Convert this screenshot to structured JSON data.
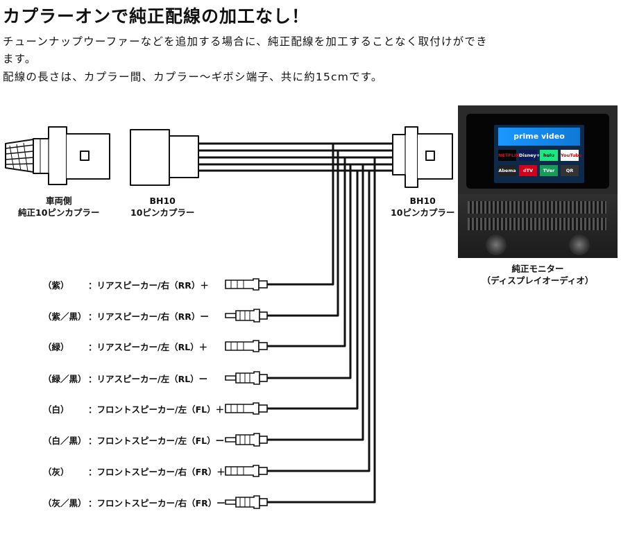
{
  "header": {
    "title": "カプラーオンで純正配線の加工なし！",
    "line1": "チューンナップウーファーなどを追加する場合に、純正配線を加工することなく取付けができ",
    "line2": "ます。",
    "line3": "配線の長さは、カプラー間、カプラー～ギボシ端子、共に約15cmです。"
  },
  "labels": {
    "vehicle_side_line1": "車両側",
    "vehicle_side_line2": "純正10ピンカプラー",
    "bh10_center_line1": "BH10",
    "bh10_center_line2": "10ピンカプラー",
    "bh10_right_line1": "BH10",
    "bh10_right_line2": "10ピンカプラー",
    "monitor_line1": "純正モニター",
    "monitor_line2": "（ディスプレイオーディオ）"
  },
  "monitor_screen": {
    "banner": "prime video",
    "apps": [
      "NETFLIX",
      "Disney+",
      "hulu",
      "YouTube",
      "Abema",
      "dTV",
      "TVer",
      "QR"
    ]
  },
  "wires": [
    {
      "color_label": "（紫）",
      "function_label": "：リアスピーカー/右（RR）＋"
    },
    {
      "color_label": "（紫／黒）",
      "function_label": "：リアスピーカー/右（RR）ー"
    },
    {
      "color_label": "（緑）",
      "function_label": "：リアスピーカー/左（RL）＋"
    },
    {
      "color_label": "（緑／黒）",
      "function_label": "：リアスピーカー/左（RL）ー"
    },
    {
      "color_label": "（白）",
      "function_label": "：フロントスピーカー/左（FL）＋"
    },
    {
      "color_label": "（白／黒）",
      "function_label": "：フロントスピーカー/左（FL）ー"
    },
    {
      "color_label": "（灰）",
      "function_label": "：フロントスピーカー/右（FR）＋"
    },
    {
      "color_label": "（灰／黒）",
      "function_label": "：フロントスピーカー/右（FR）ー"
    }
  ],
  "colors": {
    "wire": "#111111",
    "text": "#111111",
    "background": "#ffffff"
  }
}
